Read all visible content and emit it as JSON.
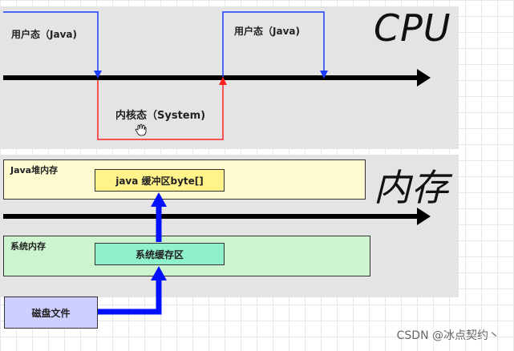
{
  "cpu": {
    "title": "CPU",
    "user_mode_left": "用户态（Java)",
    "user_mode_right": "用户态（Java)",
    "kernel_mode": "内核态（System)"
  },
  "memory": {
    "title": "内存",
    "java_heap": {
      "label": "Java堆内存",
      "buffer": "java 缓冲区byte[]"
    },
    "system_memory": {
      "label": "系统内存",
      "cache": "系统缓存区"
    },
    "disk_file": "磁盘文件"
  },
  "colors": {
    "blue_line": "#1a3dff",
    "red_line": "#ff2020",
    "heap_fill": "#fffbd0",
    "buffer_fill": "#fff38a",
    "sysmem_fill": "#cef4cf",
    "cache_fill": "#8ff0cc",
    "disk_fill": "#cccfff",
    "thick_arrow": "#0010ff"
  },
  "watermark": "CSDN @冰点契约丶"
}
